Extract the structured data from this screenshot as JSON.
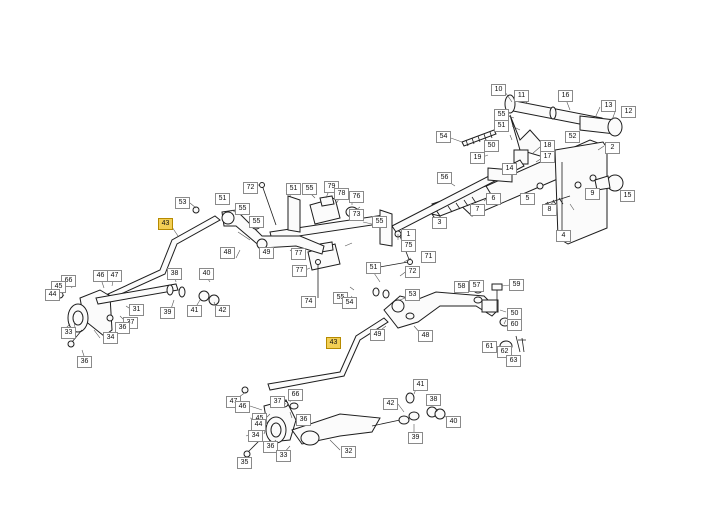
{
  "diagram": {
    "labels": [
      {
        "id": "l10",
        "text": "10",
        "hl": false
      },
      {
        "id": "l11",
        "text": "11",
        "hl": false
      },
      {
        "id": "l16",
        "text": "16",
        "hl": false
      },
      {
        "id": "l13",
        "text": "13",
        "hl": false
      },
      {
        "id": "l12",
        "text": "12",
        "hl": false
      },
      {
        "id": "l55a",
        "text": "55",
        "hl": false
      },
      {
        "id": "l51a",
        "text": "51",
        "hl": false
      },
      {
        "id": "l54a",
        "text": "54",
        "hl": false
      },
      {
        "id": "l52",
        "text": "52",
        "hl": false
      },
      {
        "id": "l18",
        "text": "18",
        "hl": false
      },
      {
        "id": "l17",
        "text": "17",
        "hl": false
      },
      {
        "id": "l19",
        "text": "19",
        "hl": false
      },
      {
        "id": "l50",
        "text": "50",
        "hl": false
      },
      {
        "id": "l2",
        "text": "2",
        "hl": false
      },
      {
        "id": "l56",
        "text": "56",
        "hl": false
      },
      {
        "id": "l14",
        "text": "14",
        "hl": false
      },
      {
        "id": "l9",
        "text": "9",
        "hl": false
      },
      {
        "id": "l15",
        "text": "15",
        "hl": false
      },
      {
        "id": "l6",
        "text": "6",
        "hl": false
      },
      {
        "id": "l5",
        "text": "5",
        "hl": false
      },
      {
        "id": "l8",
        "text": "8",
        "hl": false
      },
      {
        "id": "l7",
        "text": "7",
        "hl": false
      },
      {
        "id": "l3",
        "text": "3",
        "hl": false
      },
      {
        "id": "l4",
        "text": "4",
        "hl": false
      },
      {
        "id": "l72a",
        "text": "72",
        "hl": false
      },
      {
        "id": "l51b",
        "text": "51",
        "hl": false
      },
      {
        "id": "l55b",
        "text": "55",
        "hl": false
      },
      {
        "id": "l79",
        "text": "79",
        "hl": false
      },
      {
        "id": "l78",
        "text": "78",
        "hl": false
      },
      {
        "id": "l76",
        "text": "76",
        "hl": false
      },
      {
        "id": "l53a",
        "text": "53",
        "hl": false
      },
      {
        "id": "l51c",
        "text": "51",
        "hl": false
      },
      {
        "id": "l55c",
        "text": "55",
        "hl": false
      },
      {
        "id": "l73",
        "text": "73",
        "hl": false
      },
      {
        "id": "l55d",
        "text": "55",
        "hl": false
      },
      {
        "id": "l43a",
        "text": "43",
        "hl": true
      },
      {
        "id": "l55e",
        "text": "55",
        "hl": false
      },
      {
        "id": "l1",
        "text": "1",
        "hl": false
      },
      {
        "id": "l48a",
        "text": "48",
        "hl": false
      },
      {
        "id": "l49a",
        "text": "49",
        "hl": false
      },
      {
        "id": "l77a",
        "text": "77",
        "hl": false
      },
      {
        "id": "l77b",
        "text": "77",
        "hl": false
      },
      {
        "id": "l71",
        "text": "71",
        "hl": false
      },
      {
        "id": "l74",
        "text": "74",
        "hl": false
      },
      {
        "id": "l75",
        "text": "75",
        "hl": false
      },
      {
        "id": "l51d",
        "text": "51",
        "hl": false
      },
      {
        "id": "l72b",
        "text": "72",
        "hl": false
      },
      {
        "id": "l55f",
        "text": "55",
        "hl": false
      },
      {
        "id": "l54b",
        "text": "54",
        "hl": false
      },
      {
        "id": "l53b",
        "text": "53",
        "hl": false
      },
      {
        "id": "l58",
        "text": "58",
        "hl": false
      },
      {
        "id": "l57",
        "text": "57",
        "hl": false
      },
      {
        "id": "l59",
        "text": "59",
        "hl": false
      },
      {
        "id": "l50b",
        "text": "50",
        "hl": false
      },
      {
        "id": "l60",
        "text": "60",
        "hl": false
      },
      {
        "id": "l48b",
        "text": "48",
        "hl": false
      },
      {
        "id": "l49b",
        "text": "49",
        "hl": false
      },
      {
        "id": "l61",
        "text": "61",
        "hl": false
      },
      {
        "id": "l62",
        "text": "62",
        "hl": false
      },
      {
        "id": "l63",
        "text": "63",
        "hl": false
      },
      {
        "id": "l43b",
        "text": "43",
        "hl": true
      },
      {
        "id": "l66a",
        "text": "66",
        "hl": false
      },
      {
        "id": "l46a",
        "text": "46",
        "hl": false
      },
      {
        "id": "l47a",
        "text": "47",
        "hl": false
      },
      {
        "id": "l45a",
        "text": "45",
        "hl": false
      },
      {
        "id": "l44a",
        "text": "44",
        "hl": false
      },
      {
        "id": "l38a",
        "text": "38",
        "hl": false
      },
      {
        "id": "l40",
        "text": "40",
        "hl": false
      },
      {
        "id": "l41a",
        "text": "41",
        "hl": false
      },
      {
        "id": "l42",
        "text": "42",
        "hl": false
      },
      {
        "id": "l39a",
        "text": "39",
        "hl": false
      },
      {
        "id": "l31",
        "text": "31",
        "hl": false
      },
      {
        "id": "l37a",
        "text": "37",
        "hl": false
      },
      {
        "id": "l36a",
        "text": "36",
        "hl": false
      },
      {
        "id": "l33a",
        "text": "33",
        "hl": false
      },
      {
        "id": "l34a",
        "text": "34",
        "hl": false
      },
      {
        "id": "l36b",
        "text": "36",
        "hl": false
      },
      {
        "id": "l47b",
        "text": "47",
        "hl": false
      },
      {
        "id": "l66b",
        "text": "66",
        "hl": false
      },
      {
        "id": "l46b",
        "text": "46",
        "hl": false
      },
      {
        "id": "l37b",
        "text": "37",
        "hl": false
      },
      {
        "id": "l45b",
        "text": "45",
        "hl": false
      },
      {
        "id": "l34b",
        "text": "34",
        "hl": false
      },
      {
        "id": "l36c",
        "text": "36",
        "hl": false
      },
      {
        "id": "l44b",
        "text": "44",
        "hl": false
      },
      {
        "id": "l36d",
        "text": "36",
        "hl": false
      },
      {
        "id": "l33b",
        "text": "33",
        "hl": false
      },
      {
        "id": "l35",
        "text": "35",
        "hl": false
      },
      {
        "id": "l41b",
        "text": "41",
        "hl": false
      },
      {
        "id": "l42b",
        "text": "42",
        "hl": false
      },
      {
        "id": "l38b",
        "text": "38",
        "hl": false
      },
      {
        "id": "l40b",
        "text": "40",
        "hl": false
      },
      {
        "id": "l39b",
        "text": "39",
        "hl": false
      },
      {
        "id": "l32",
        "text": "32",
        "hl": false
      }
    ]
  }
}
